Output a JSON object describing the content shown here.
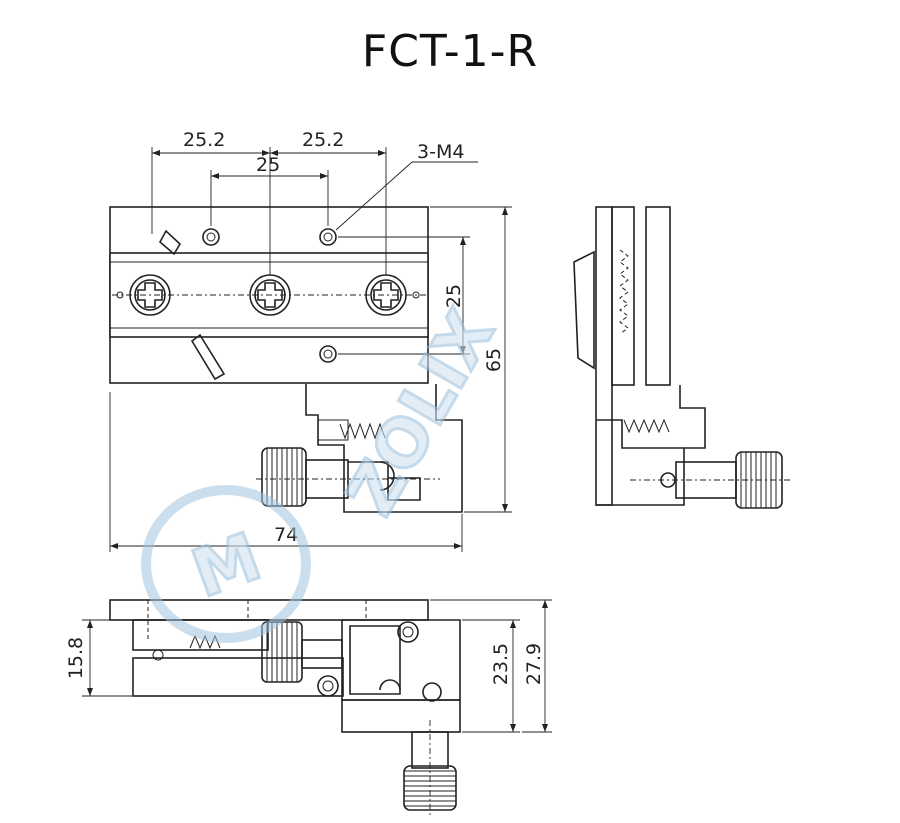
{
  "title": "FCT-1-R",
  "dimensions": {
    "top_left": "25.2",
    "top_right": "25.2",
    "hole_spacing": "25",
    "thread": "3-M4",
    "right_vertical": "25",
    "overall_height": "65",
    "overall_width": "74",
    "side_height": "15.8",
    "total_height_a": "23.5",
    "total_height_b": "27.9"
  },
  "watermark": {
    "logo": "M",
    "text": "ZOLIX"
  },
  "colors": {
    "line": "#222222",
    "watermark": "#9ec3df",
    "background": "#ffffff"
  }
}
